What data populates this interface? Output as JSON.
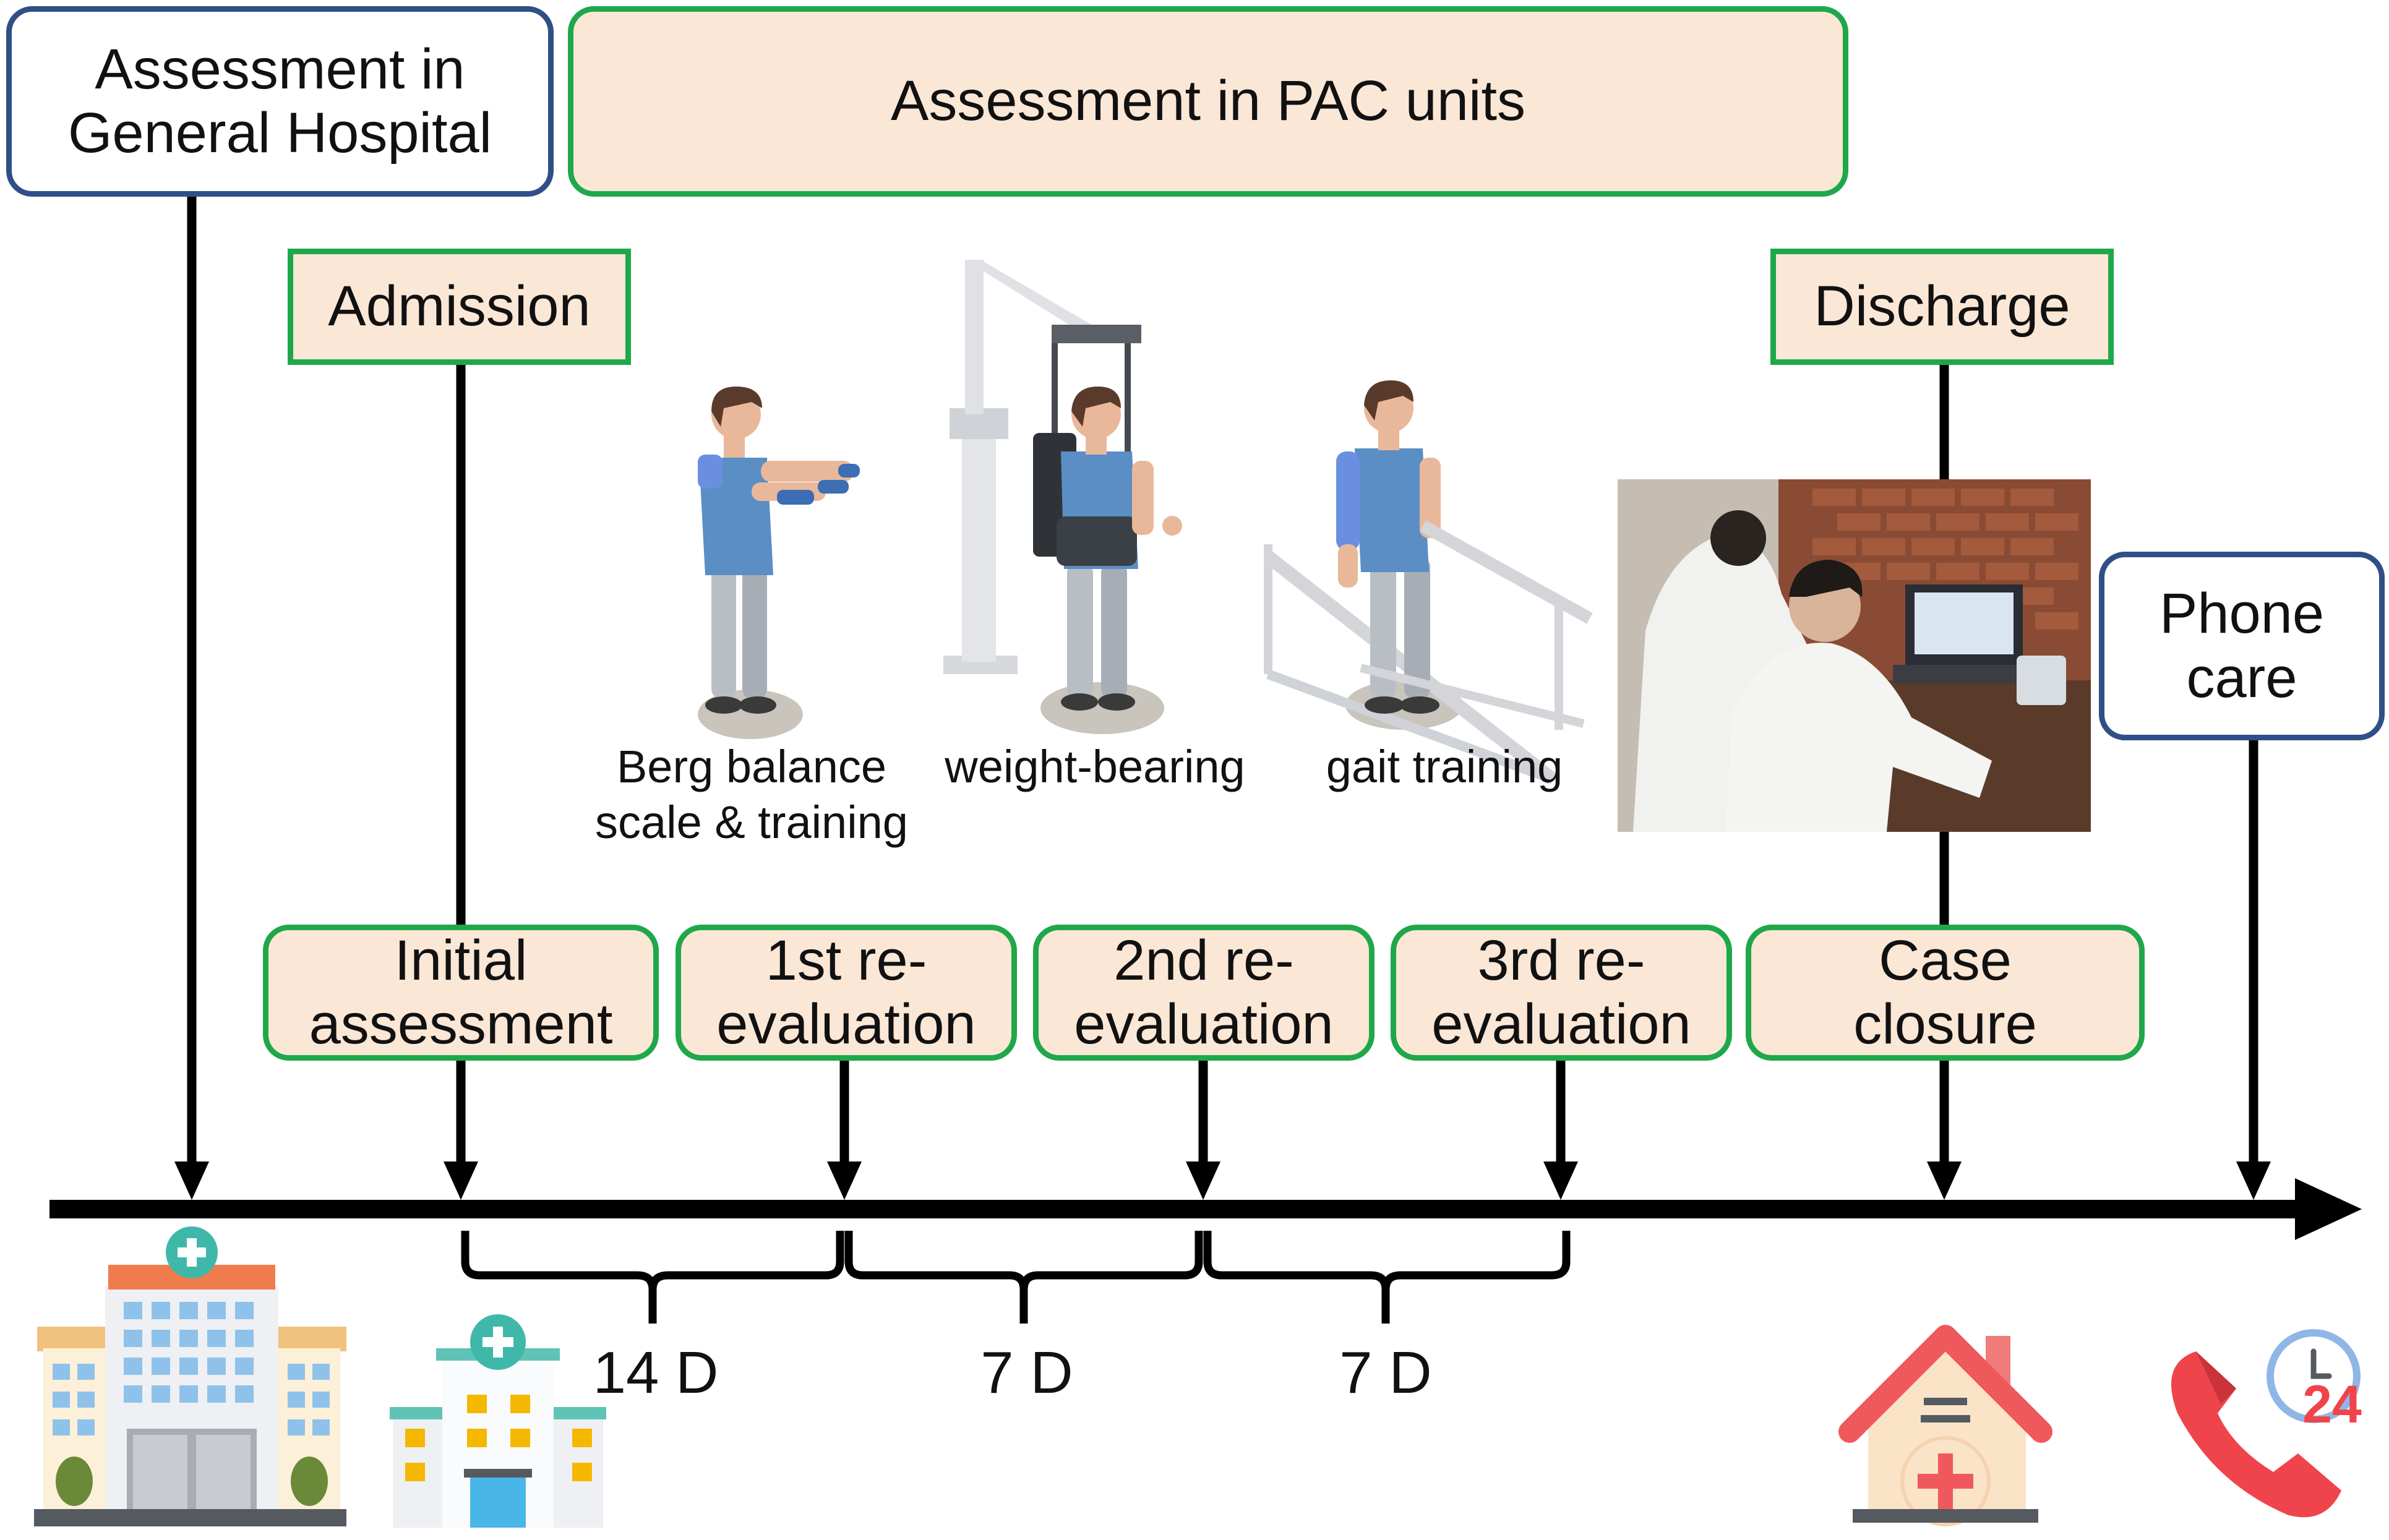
{
  "header": {
    "general_hospital": [
      "Assessment in",
      "General Hospital"
    ],
    "pac_units": "Assessment in PAC units"
  },
  "markers": {
    "admission": "Admission",
    "discharge": "Discharge",
    "phone_care": [
      "Phone",
      "care"
    ]
  },
  "stages": [
    {
      "line1": "Initial",
      "line2": "assessment"
    },
    {
      "line1": "1st re-",
      "line2": "evaluation"
    },
    {
      "line1": "2nd re-",
      "line2": "evaluation"
    },
    {
      "line1": "3rd re-",
      "line2": "evaluation"
    },
    {
      "line1": "Case",
      "line2": "closure"
    }
  ],
  "trainings": [
    {
      "line1": "Berg balance",
      "line2": "scale & training"
    },
    {
      "line1": "weight-bearing",
      "line2": ""
    },
    {
      "line1": "gait training",
      "line2": ""
    }
  ],
  "durations": [
    "14 D",
    "7 D",
    "7 D"
  ],
  "phone_icon_text": "24",
  "colors": {
    "box_fill": "#fbe7d6",
    "green_border": "#1fa84a",
    "blue_border": "#2f4f86",
    "timeline": "#000000"
  }
}
